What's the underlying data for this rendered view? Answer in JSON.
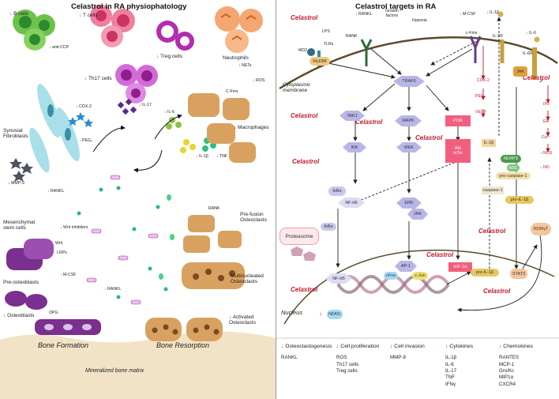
{
  "left": {
    "title": "Celastrol in RA physiophatology",
    "labels": {
      "b_cells": "B cells",
      "anti_ccp": "anti-CCP",
      "t_cells": "T cells",
      "treg": "Treg cells",
      "th17": "Th17 cells",
      "neutrophils": "Neutrophils",
      "nets": "NETs",
      "ros": "ROS",
      "synovial": "Synovial\nFibroblasts",
      "cox2": "COX-2",
      "peg2": "PEG₂",
      "il17": "IL-17",
      "cfms": "C-Fms",
      "il6": "IL-6",
      "macrophages": "Macrophages",
      "il1b": "IL-1β",
      "tnf": "TNF",
      "mmp9": "MMP-9",
      "rankl1": "RANKL",
      "rank": "RANK",
      "prefusion": "Pre-fusion\nOsteoclasts",
      "msc": "Mesenchymal\nstem cells",
      "wnt_inhib": "Wnt inhibitors",
      "wnt": "Wnt",
      "lrps": "LRPs",
      "preosteo": "Pre-osteoblasts",
      "mcsf": "M-CSF",
      "rankl2": "RANKL",
      "multinuc": "Multinucleated\nOsteoclasts",
      "osteoblasts": "Osteoblasts",
      "opg": "OPG",
      "activated": "Activated\nOsteoclasts",
      "bone_formation": "Bone Formation",
      "bone_resorption": "Bone Resorption",
      "matrix": "Mineralized bone matrix"
    }
  },
  "right": {
    "title": "Celastrol targets in RA",
    "celastrol": "Celastrol",
    "labels": {
      "lps": "LPS",
      "tlrs": "TLRs",
      "md2": "MD2",
      "myd88": "MyD88",
      "rankl": "RANKL",
      "rank": "RANK",
      "growth": "Growth\nfactors",
      "hypoxia": "Hypoxia",
      "mcsf": "M-CSF",
      "cfms": "c-Fms",
      "il1b_top": "IL-1β",
      "il1r": "IL-1R",
      "il6": "IL-6",
      "il6r": "IL-6R",
      "cyto_membrane": "Cytoplasmic\nmembrane",
      "traf6": "TRAF6",
      "cox2": "COX-2",
      "peg2": "PEG₂",
      "vegf": "VEGF",
      "jak": "JAK",
      "ip3": "IP3",
      "er": "ER",
      "ca": "Ca²⁺",
      "nos": "NOS",
      "no": "NO",
      "tak1": "TAK1",
      "mapk": "MAPK",
      "pi3k": "PI3K",
      "il1b_mid": "IL-1β",
      "nlrp3": "NLRP3",
      "asc": "ASC",
      "procasp": "pro-caspase-1",
      "casp": "caspase-1",
      "proil1b": "pro-IL-1β",
      "ikk": "IKK",
      "mek": "MEK",
      "akt": "Akt",
      "mtor": "mTor",
      "ikba": "IkBα",
      "nfkb": "NF-kB",
      "erk": "ERK",
      "jnk": "JNK",
      "proteasome": "Proteasome",
      "ikba2": "IkBα",
      "ap1": "AP-1",
      "cfos": "cFos",
      "cjun": "c-Jun",
      "hif": "HIF-1α",
      "nfkb2": "NF-kB",
      "proil1b2": "pro-IL-1β",
      "stat3": "STAT3",
      "rort": "RORγT",
      "nucleus": "Nucleus",
      "nfatc": "NFATc"
    },
    "footer": [
      {
        "head": "Osteoclastogenesis",
        "items": [
          "RANKL"
        ]
      },
      {
        "head": "Cell proliferation",
        "items": [
          "ROS",
          "Th17 cells",
          "Treg cells"
        ]
      },
      {
        "head": "Cell invasion",
        "items": [
          "MMP-9"
        ]
      },
      {
        "head": "Cytokines",
        "items": [
          "IL-1β",
          "IL-6",
          "IL-17",
          "TNF",
          "IFNγ"
        ]
      },
      {
        "head": "Chemokines",
        "items": [
          "RANTES",
          "MCP-1",
          "Gro/Kc",
          "MIP1α",
          "CXCR4"
        ]
      }
    ]
  },
  "colors": {
    "red": "#c0182a",
    "b_cell": "#6cc24a",
    "t_cell": "#f07f9d",
    "treg": "#b32db0",
    "neutrophil": "#f4a770",
    "fibroblast": "#a8dfe8",
    "osteoclast": "#d9a160",
    "stem": "#7b2f8e",
    "bone": "#f2e3c6",
    "traf6": "#b8b6e6",
    "pink": "#f25f7e",
    "green": "#3d8a3d"
  }
}
